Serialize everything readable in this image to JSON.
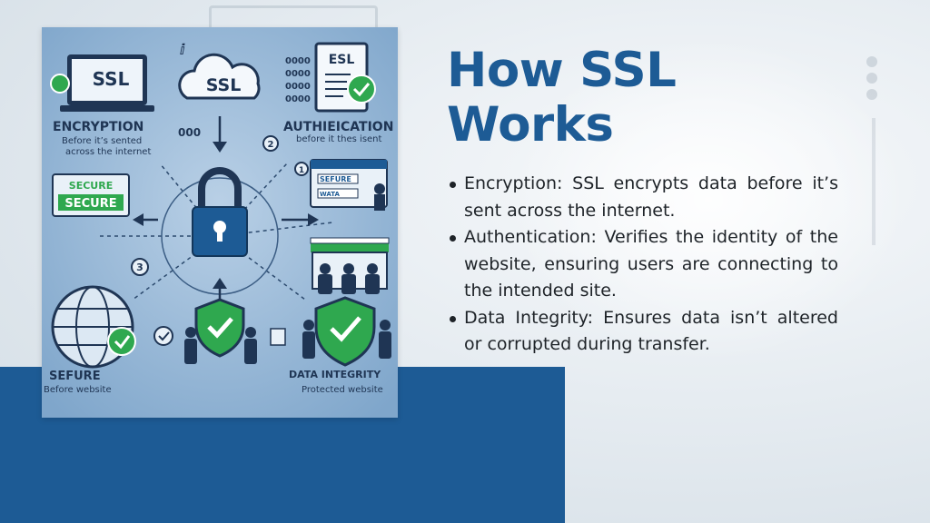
{
  "slide": {
    "title_line1": "How SSL",
    "title_line2": "Works",
    "bullets": [
      "Encryption: SSL encrypts data before it’s sent across the internet.",
      "Authentication: Verifies the identity of the website, ensuring users are connecting to the intended site.",
      "Data Integrity: Ensures data isn’t altered or corrupted during transfer."
    ]
  },
  "illustration": {
    "laptop_label": "SSL",
    "cloud_label": "SSL",
    "doc_label": "ESL",
    "encryption_title": "ENCRYPTION",
    "encryption_sub1": "Before it’s sented",
    "encryption_sub2": "across the internet",
    "auth_title": "AUTHIEICATION",
    "auth_sub": "before it thes isent",
    "secure_tag1": "SECURE",
    "secure_tag2": "SECURE",
    "bottom_left_title": "SEFURE",
    "bottom_left_sub": "Before website",
    "bottom_right_title": "DATA INTEGRITY",
    "bottom_right_sub": "Protected website",
    "browser_field1": "SEFURE",
    "browser_field2": "WATA",
    "num_3": "3",
    "num_2": "2",
    "num_1": "1",
    "side_glyphs": "ⅈ",
    "code_col": "0000",
    "small_marks": "000"
  },
  "colors": {
    "brand_blue": "#1d5b95",
    "check_green": "#2fa84f",
    "illus_bg": "#8fb3d4"
  }
}
